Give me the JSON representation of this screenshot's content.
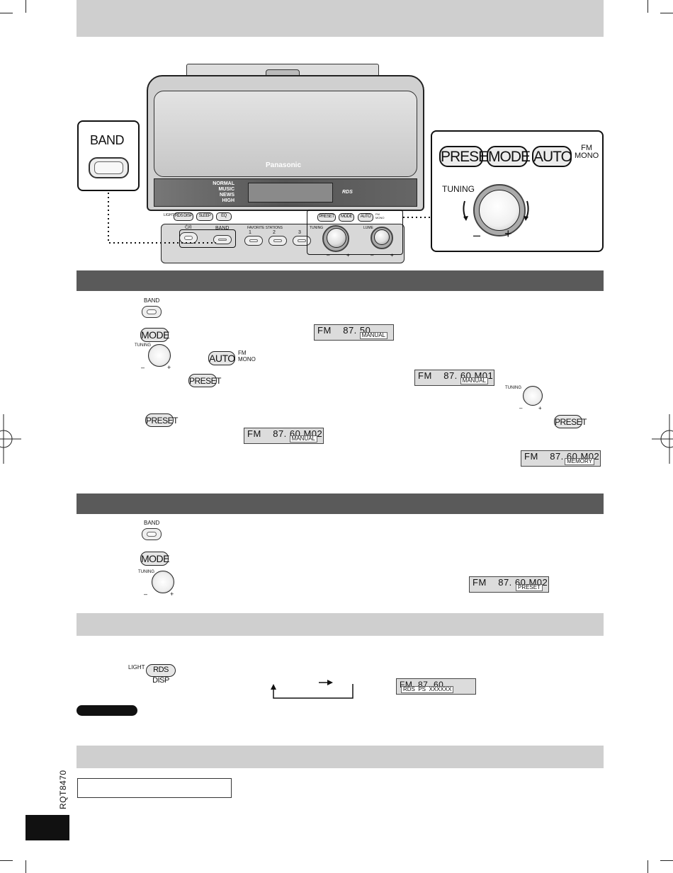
{
  "doc_code": "RQT8470",
  "device": {
    "brand": "Panasonic",
    "rds_logo": "RDS",
    "display_modes": [
      "NORMAL",
      "MUSIC",
      "NEWS",
      "HIGH"
    ],
    "light_label": "LIGHT",
    "rds_disp": "RDS DISP",
    "sleep": "SLEEP",
    "eq": "EQ",
    "power": "⏻/I",
    "band": "BAND",
    "favorite_stations": "FAVORITE STATIONS",
    "fav_nums": [
      "1",
      "2",
      "3"
    ],
    "preset": "PRESET",
    "mode": "MODE",
    "auto": "AUTO",
    "fm_mono": [
      "FM",
      "MONO"
    ],
    "tuning": "TUNING",
    "volume": "LUME",
    "minus": "–",
    "plus": "+"
  },
  "callout_left": {
    "label": "BAND"
  },
  "callout_right": {
    "preset": "PRESET",
    "mode": "MODE",
    "auto": "AUTO",
    "fm": "FM",
    "mono": "MONO",
    "tuning": "TUNING",
    "minus": "–",
    "plus": "+"
  },
  "section_manual": {
    "band": "BAND",
    "mode": "MODE",
    "tuning": "TUNING",
    "auto": "AUTO",
    "fm": "FM",
    "mono": "MONO",
    "preset": "PRESET",
    "lcd1": {
      "line1": "FM    87. 50",
      "line2": "MANUAL"
    },
    "lcd2": {
      "line1": "FM    87. 60 M01",
      "line2": "MANUAL"
    },
    "lcd3": {
      "line1": "FM    87. 60 M02",
      "line2": "MANUAL"
    },
    "lcd4": {
      "line1": "FM    87. 60 M02",
      "line2": "MEMORY"
    }
  },
  "section_preset": {
    "band": "BAND",
    "mode": "MODE",
    "tuning": "TUNING",
    "lcd": {
      "line1": "FM    87. 60 M02",
      "line2": "PRESET"
    }
  },
  "section_rds": {
    "light": "LIGHT",
    "rds_disp": "RDS DISP",
    "lcd": {
      "line1": "FM  87. 60",
      "line2": "RDS  PS  XXXXXX"
    }
  }
}
